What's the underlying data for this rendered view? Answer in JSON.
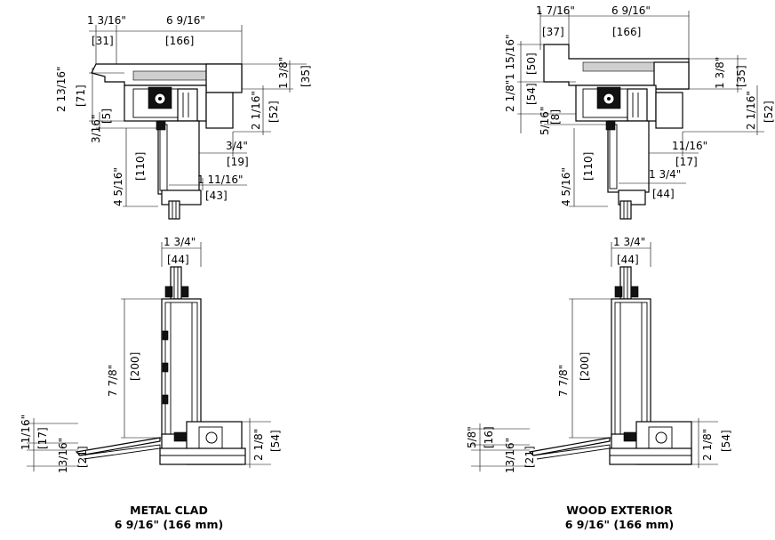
{
  "metal_clad": {
    "head": {
      "overall_width": "6 9/16\"",
      "overall_width_mm": "[166]",
      "left_width": "1 3/16\"",
      "left_width_mm": "[31]",
      "left_height": "2 13/16\"",
      "left_height_mm": "[71]",
      "small_offset": "3/16\"",
      "small_offset_mm": "[5]",
      "sash_height": "4 5/16\"",
      "sash_height_mm": "[110]",
      "right_top": "1 3/8\"",
      "right_top_mm": "[35]",
      "right_height": "2 1/16\"",
      "right_height_mm": "[52]",
      "offset_a": "3/4\"",
      "offset_a_mm": "[19]",
      "offset_b": "1 11/16\"",
      "offset_b_mm": "[43]"
    },
    "sill": {
      "width": "1 3/4\"",
      "width_mm": "[44]",
      "height": "7 7/8\"",
      "height_mm": "[200]",
      "low_a": "11/16\"",
      "low_a_mm": "[17]",
      "low_b": "13/16\"",
      "low_b_mm": "[21]",
      "right": "2 1/8\"",
      "right_mm": "[54]"
    },
    "caption_title": "METAL CLAD",
    "caption_size": "6 9/16\" (166 mm)"
  },
  "wood_exterior": {
    "head": {
      "overall_width": "6 9/16\"",
      "overall_width_mm": "[166]",
      "left_width": "1 7/16\"",
      "left_width_mm": "[37]",
      "left_top": "1 15/16\"",
      "left_top_mm": "[50]",
      "left_mid": "2 1/8\"",
      "left_mid_mm": "[54]",
      "small_offset": "5/16\"",
      "small_offset_mm": "[8]",
      "sash_height": "4 5/16\"",
      "sash_height_mm": "[110]",
      "right_top": "1 3/8\"",
      "right_top_mm": "[35]",
      "right_height": "2 1/16\"",
      "right_height_mm": "[52]",
      "offset_a": "11/16\"",
      "offset_a_mm": "[17]",
      "offset_b": "1 3/4\"",
      "offset_b_mm": "[44]"
    },
    "sill": {
      "width": "1 3/4\"",
      "width_mm": "[44]",
      "height": "7 7/8\"",
      "height_mm": "[200]",
      "low_a": "5/8\"",
      "low_a_mm": "[16]",
      "low_b": "13/16\"",
      "low_b_mm": "[21]",
      "right": "2 1/8\"",
      "right_mm": "[54]"
    },
    "caption_title": "WOOD EXTERIOR",
    "caption_size": "6 9/16\" (166 mm)"
  }
}
